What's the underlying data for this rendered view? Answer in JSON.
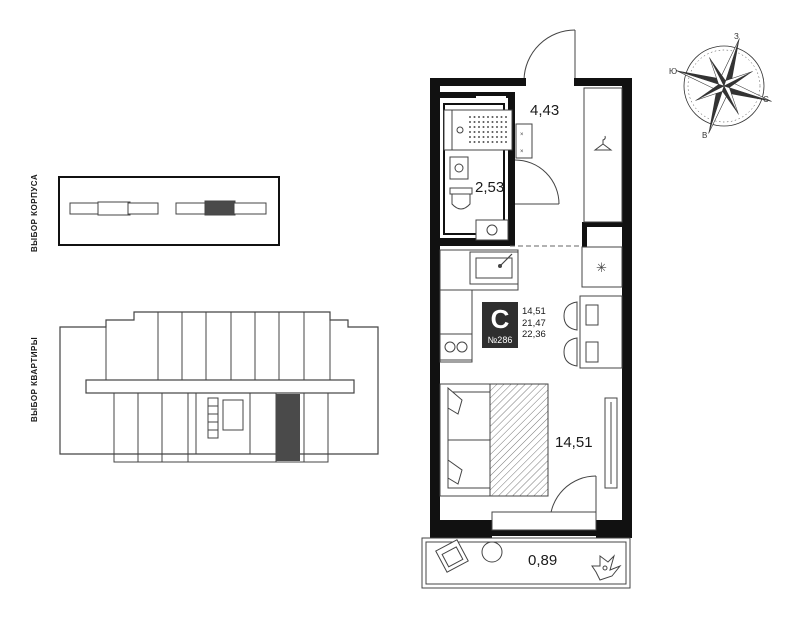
{
  "side_labels": {
    "building_select": "ВЫБОР КОРПУСА",
    "apartment_select": "ВЫБОР КВАРТИРЫ"
  },
  "compass": {
    "north": "З",
    "west": "Ю",
    "east": "С",
    "south": "В"
  },
  "apartment": {
    "type_letter": "С",
    "number": "№286",
    "stats": [
      "14,51",
      "21,47",
      "22,36"
    ],
    "rooms": {
      "hall": "4,43",
      "bathroom": "2,53",
      "living": "14,51",
      "balcony": "0,89"
    }
  },
  "colors": {
    "wall": "#111111",
    "selected": "#4a4a4a",
    "badge": "#2f2f2f"
  }
}
